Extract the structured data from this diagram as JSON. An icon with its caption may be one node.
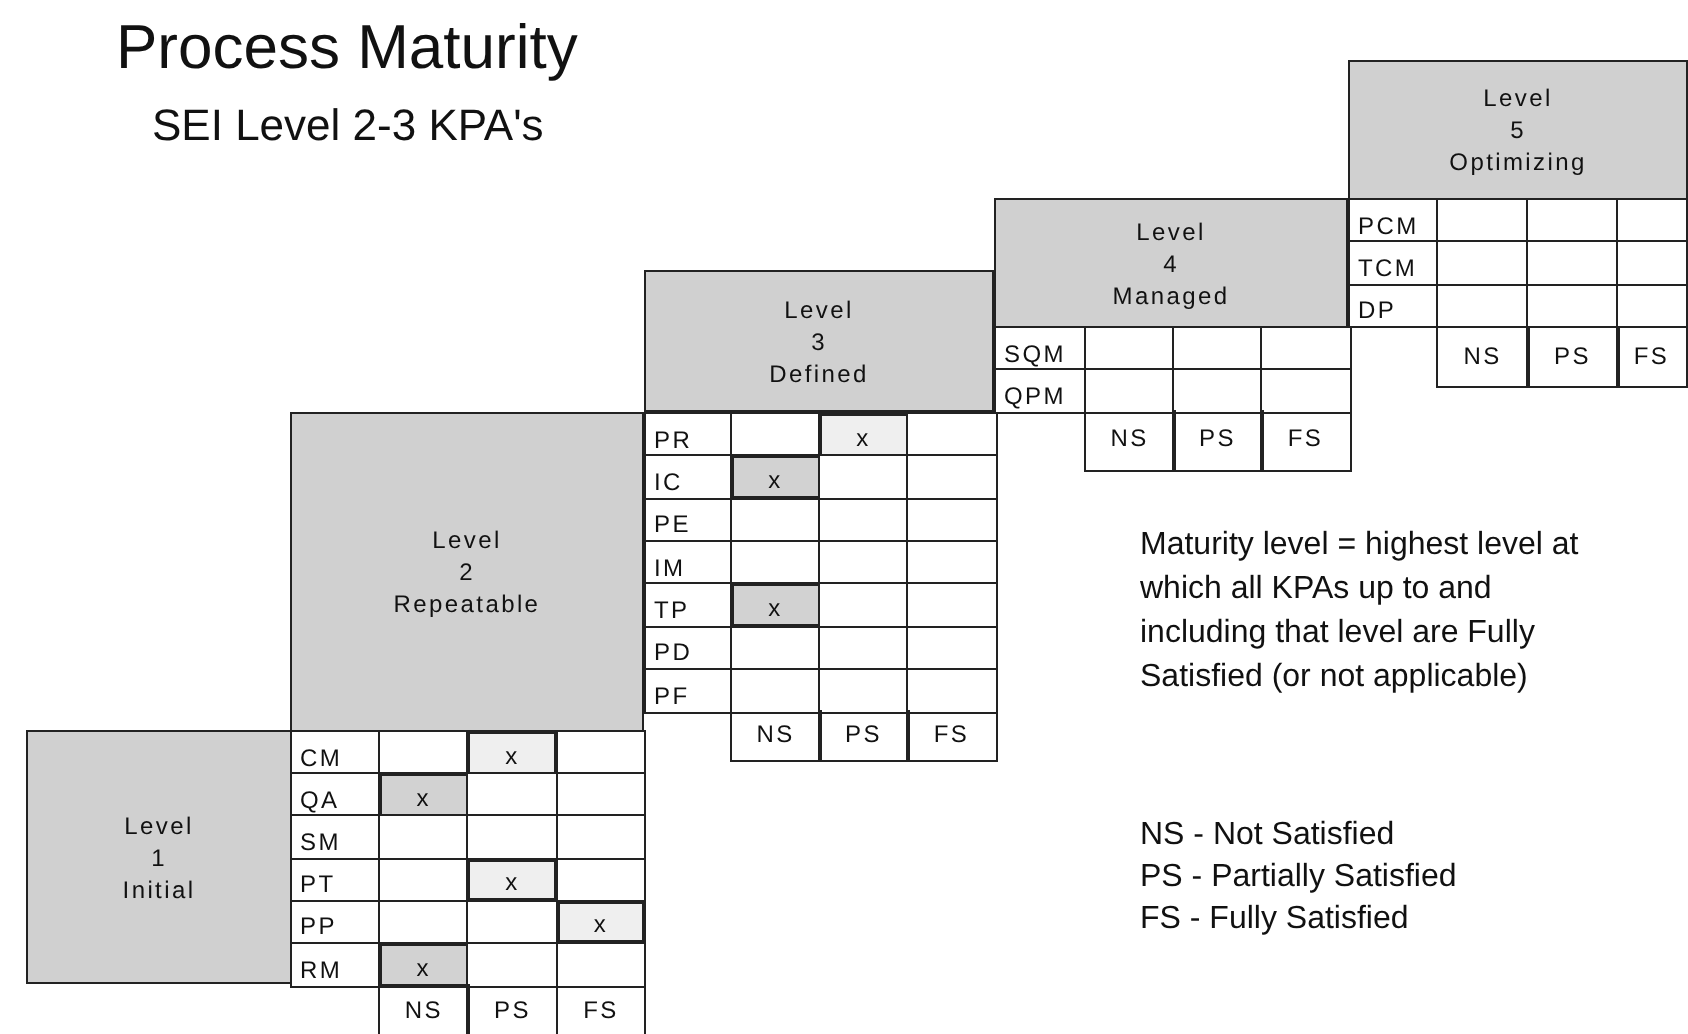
{
  "diagram": {
    "title": "Process Maturity",
    "nodes": [
      {
        "text": [
          "Level 1 Initial"
        ]
      },
      {
        "text": [
          "Level 2 Repeatable"
        ]
      },
      {
        "text": [
          "Level 3 Defined"
        ]
      },
      {
        "text": [
          "Level 4 Managed"
        ]
      },
      {
        "text": [
          "Level 5 Optimizing"
        ]
      }
    ],
    "labels": [
      "SEI Level 2-3 KPA's",
      "CM",
      "x",
      "QA",
      "x",
      "SM",
      "PT",
      "x",
      "PP",
      "x",
      "RM",
      "x",
      "NS",
      "PS",
      "FS",
      "PR",
      "x",
      "IC",
      "x",
      "PE",
      "IM",
      "TP",
      "x",
      "PD",
      "PF",
      "NS",
      "PS",
      "FS",
      "SQM",
      "QPM",
      "NS",
      "PS",
      "FS",
      "PCM",
      "TCM",
      "DP",
      "NS",
      "PS",
      "FS",
      "Maturity level = highest level at which all KPAs up to and including that level are Fully Satisfied (or not applicable)",
      "NS - Not Satisfied",
      "PS - Partially Satisfied",
      "FS - Fully Satisfied"
    ]
  }
}
